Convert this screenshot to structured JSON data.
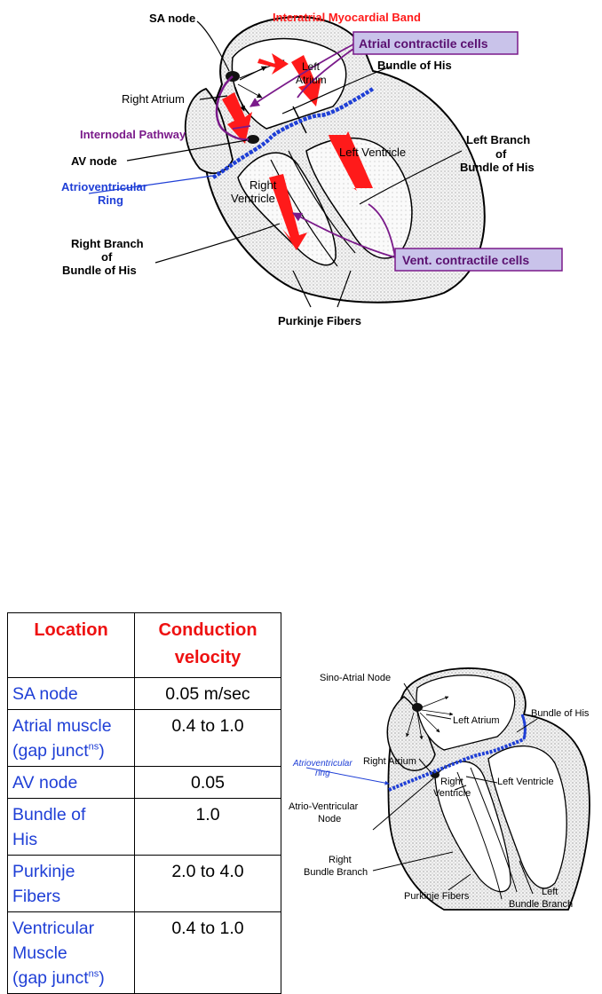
{
  "top_diagram": {
    "labels": {
      "sa_node": "SA node",
      "interatrial_band": "Interatrial  Myocardial  Band",
      "atrial_cells": "Atrial contractile cells",
      "left_atrium_1": "Left",
      "left_atrium_2": "Atrium",
      "bundle_of_his": "Bundle of His",
      "right_atrium": "Right Atrium",
      "internodal": "Internodal Pathway",
      "av_node": "AV node",
      "left_ventricle": "Left Ventricle",
      "left_branch_1": "Left Branch",
      "left_branch_2": "of",
      "left_branch_3": "Bundle of His",
      "av_ring_1": "Atrioventricular",
      "av_ring_2": "Ring",
      "right_ventricle_1": "Right",
      "right_ventricle_2": "Ventricle",
      "right_branch_1": "Right Branch",
      "right_branch_2": "of",
      "right_branch_3": "Bundle of His",
      "vent_cells": "Vent. contractile cells",
      "purkinje": "Purkinje Fibers"
    }
  },
  "table": {
    "headers": {
      "location": "Location",
      "velocity_1": "Conduction",
      "velocity_2": "velocity"
    },
    "rows": [
      {
        "loc": "SA node",
        "vel": "0.05 m/sec"
      },
      {
        "loc": "Atrial muscle",
        "loc2": "(gap junct",
        "sup": "ns",
        "loc2_end": ")",
        "vel": "0.4 to 1.0"
      },
      {
        "loc": "AV node",
        "vel": "0.05"
      },
      {
        "loc": "Bundle of",
        "loc2": "His",
        "vel": "1.0"
      },
      {
        "loc": "Purkinje",
        "loc2": "Fibers",
        "vel": "2.0 to 4.0"
      },
      {
        "loc": "Ventricular",
        "loc2": "Muscle",
        "loc3": "(gap junct",
        "sup": "ns",
        "loc3_end": ")",
        "vel": "0.4 to 1.0"
      }
    ]
  },
  "bottom_diagram": {
    "labels": {
      "sino_atrial": "Sino-Atrial Node",
      "left_atrium": "Left Atrium",
      "bundle_of_his": "Bundle of His",
      "right_atrium": "Right Atrium",
      "av_ring_1": "Atrioventricular",
      "av_ring_2": "ring",
      "left_ventricle": "Left Ventricle",
      "right_ventricle_1": "Right",
      "right_ventricle_2": "Ventricle",
      "av_node_1": "Atrio-Ventricular",
      "av_node_2": "Node",
      "right_bundle_1": "Right",
      "right_bundle_2": "Bundle Branch",
      "purkinje": "Purkinje Fibers",
      "left_bundle_1": "Left",
      "left_bundle_2": "Bundle Branch"
    }
  },
  "colors": {
    "red": "#ff1a1a",
    "purple": "#7a1a8a",
    "blue": "#1f3fd6",
    "box_fill": "#c9c3ea"
  }
}
